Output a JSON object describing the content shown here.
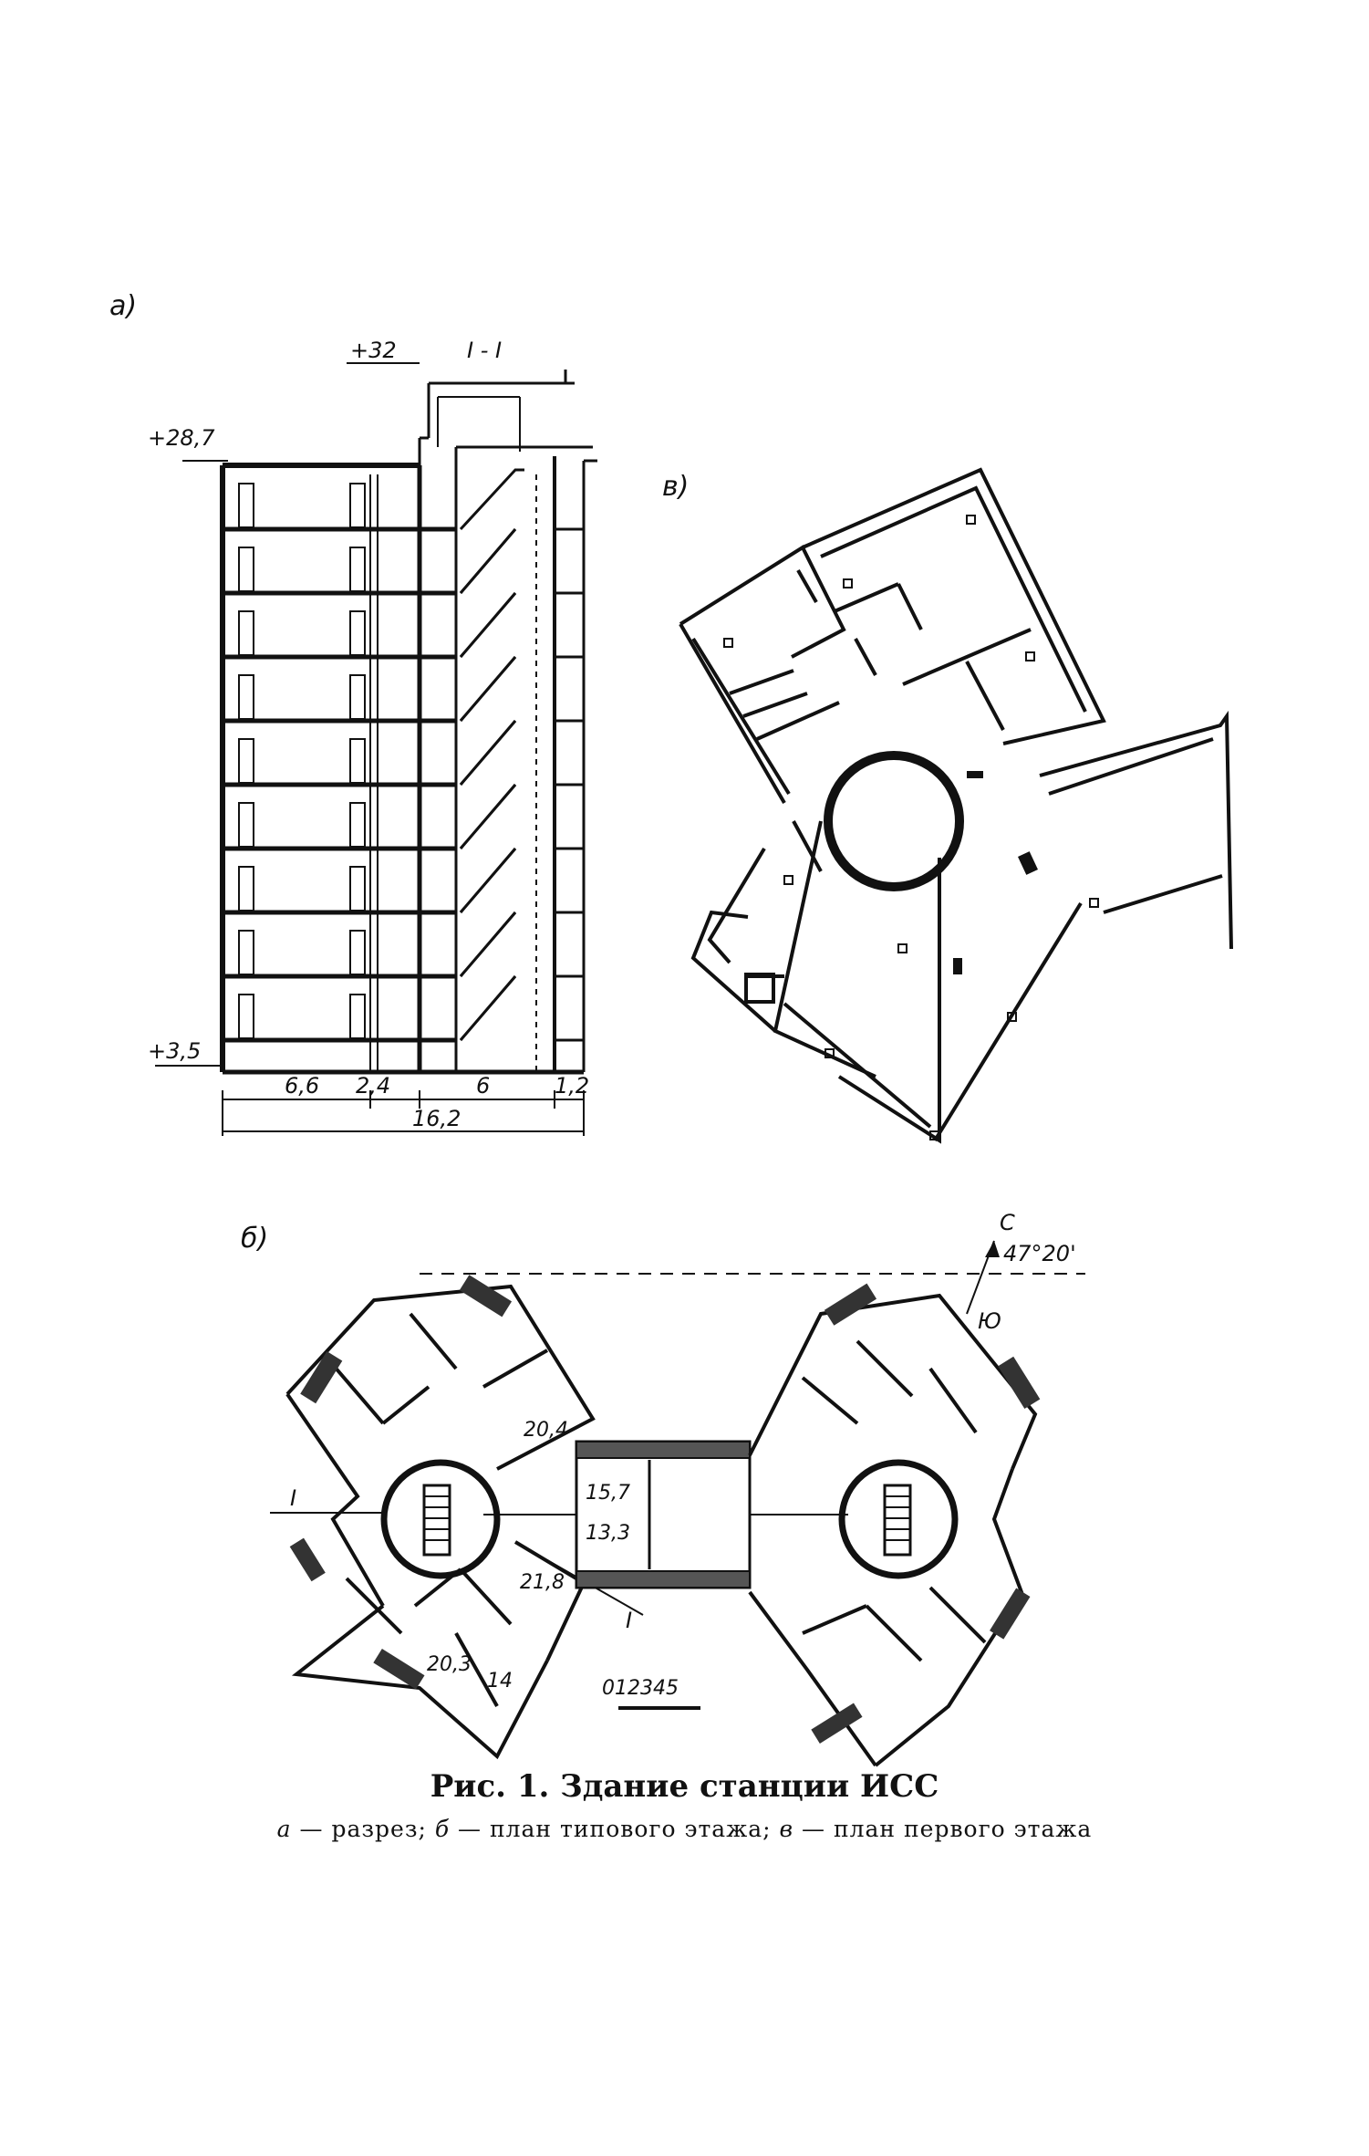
{
  "panels": {
    "a": {
      "label": "а)",
      "section_label": "I - I",
      "elevations": {
        "top": "+32",
        "roof": "+28,7",
        "bottom": "+3,5"
      },
      "dimensions": {
        "d1": "6,6",
        "d2": "2,4",
        "d3": "6",
        "d4": "1,2",
        "total": "16,2"
      }
    },
    "b": {
      "label": "б)",
      "areas": [
        "20,4",
        "15,7",
        "13,3",
        "21,8",
        "20,3",
        "14"
      ],
      "section_marks": [
        "I",
        "I"
      ],
      "scale_label": "012345",
      "orientation": {
        "north": "С",
        "angle": "47°20'",
        "south": "Ю"
      }
    },
    "c": {
      "label": "в)"
    }
  },
  "caption": {
    "title": "Рис. 1. Здание станции ИСС",
    "a_letter": "а",
    "a_text": " — разрез; ",
    "b_letter": "б",
    "b_text": " — план типового этажа; ",
    "c_letter": "в",
    "c_text": " — план первого этажа"
  }
}
